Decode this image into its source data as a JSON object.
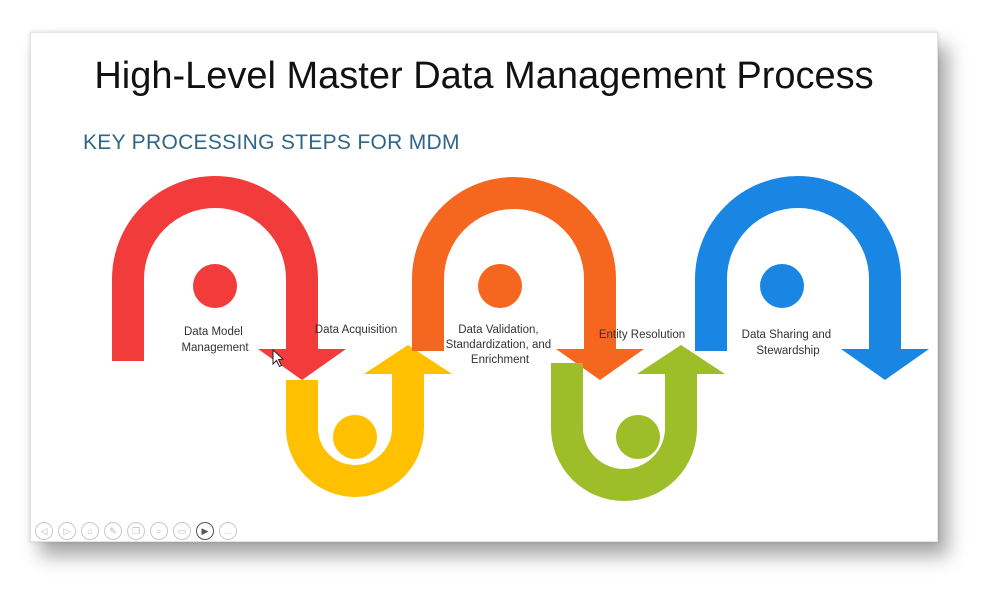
{
  "slide": {
    "title": "High-Level Master Data Management Process",
    "subtitle": "KEY PROCESSING STEPS FOR MDM"
  },
  "steps": [
    {
      "lines": [
        "Data Model",
        "Management"
      ],
      "color": "#f23b3b"
    },
    {
      "lines": [
        "Data Acquisition"
      ],
      "color": "#ffc000"
    },
    {
      "lines": [
        "Data Validation,",
        "Standardization, and",
        "Enrichment"
      ],
      "color": "#f5671f"
    },
    {
      "lines": [
        "Entity Resolution"
      ],
      "color": "#9dbd29"
    },
    {
      "lines": [
        "Data Sharing and",
        "Stewardship"
      ],
      "color": "#1a86e4"
    }
  ],
  "toolbar": {
    "icons": [
      "previous-icon",
      "next-icon",
      "home-icon",
      "pen-icon",
      "copy-icon",
      "zoom-icon",
      "subtitles-icon",
      "camera-icon",
      "more-icon"
    ],
    "glyphs": [
      "◁",
      "▷",
      "⌂",
      "✎",
      "❐",
      "⌕",
      "▭",
      "▶",
      "…"
    ]
  }
}
